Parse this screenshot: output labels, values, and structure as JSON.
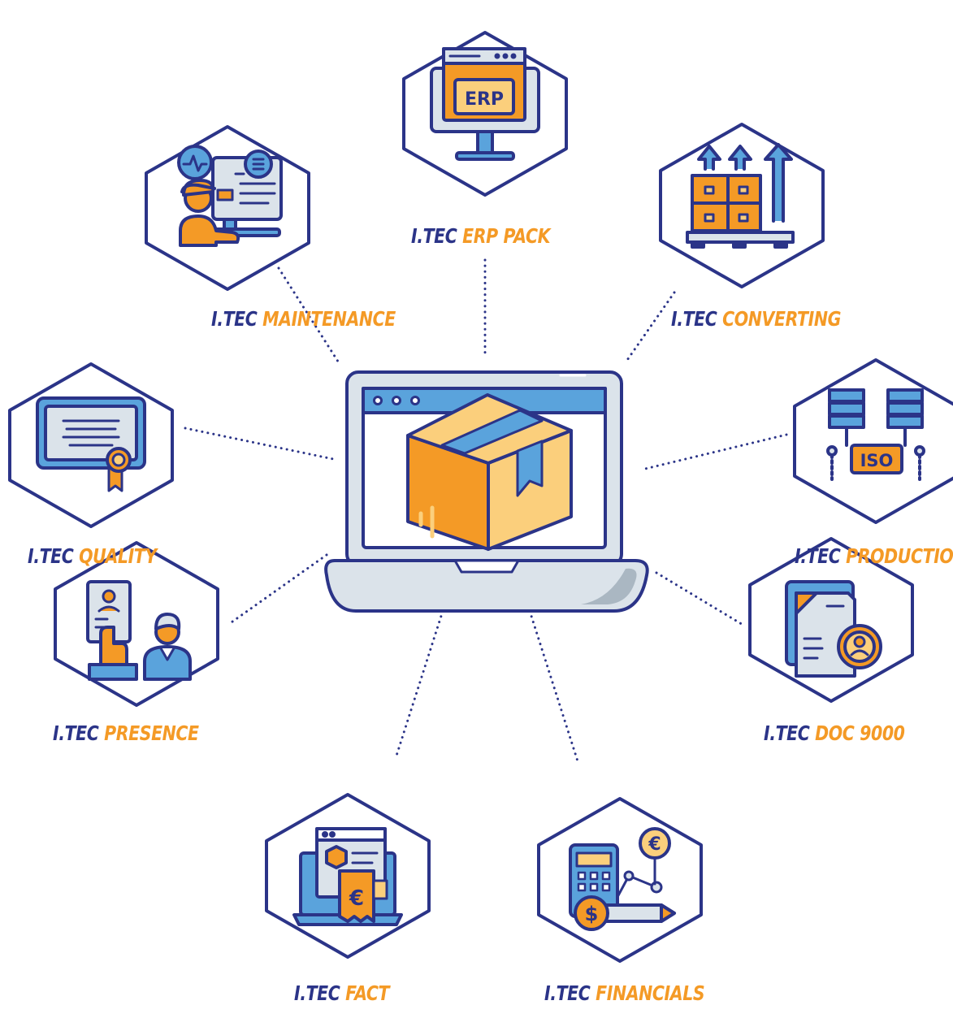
{
  "diagram": {
    "colors": {
      "navy": "#2b3488",
      "orange": "#f49a26",
      "light_orange": "#fbcf7c",
      "blue": "#5aa3dc",
      "gray": "#dbe3ea",
      "white": "#ffffff"
    },
    "center": {
      "icon": "laptop-package-icon"
    },
    "modules": [
      {
        "id": "erp-pack",
        "prefix": "I.TEC",
        "name": "ERP PACK",
        "icon": "erp-monitor-icon",
        "screen_text": "ERP"
      },
      {
        "id": "converting",
        "prefix": "I.TEC",
        "name": "CONVERTING",
        "icon": "pallet-boxes-arrows-icon"
      },
      {
        "id": "production",
        "prefix": "I.TEC",
        "name": "PRODUCTION",
        "icon": "iso-servers-icon",
        "badge_text": "ISO"
      },
      {
        "id": "doc-9000",
        "prefix": "I.TEC",
        "name": "DOC 9000",
        "icon": "documents-gear-icon"
      },
      {
        "id": "financials",
        "prefix": "I.TEC",
        "name": "FINANCIALS",
        "icon": "calculator-coins-icon"
      },
      {
        "id": "fact",
        "prefix": "I.TEC",
        "name": "FACT",
        "icon": "laptop-invoice-icon"
      },
      {
        "id": "presence",
        "prefix": "I.TEC",
        "name": "PRESENCE",
        "icon": "badge-hand-person-icon"
      },
      {
        "id": "quality",
        "prefix": "I.TEC",
        "name": "QUALITY",
        "icon": "certificate-ribbon-icon"
      },
      {
        "id": "maintenance",
        "prefix": "I.TEC",
        "name": "MAINTENANCE",
        "icon": "technician-monitor-icon"
      }
    ]
  }
}
